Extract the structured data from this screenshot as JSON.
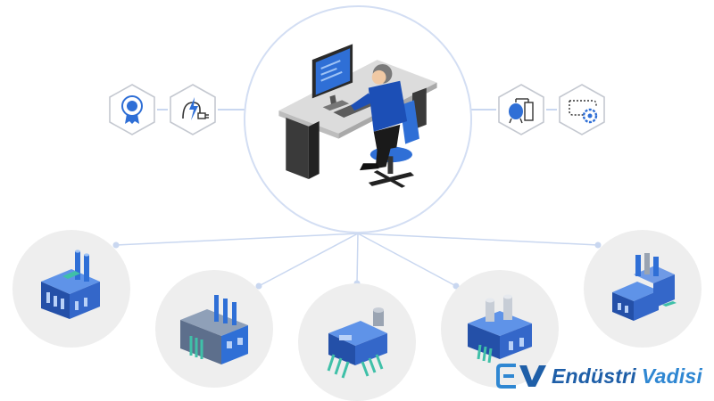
{
  "colors": {
    "accent_blue": "#2f6fd6",
    "dark_blue": "#2450a8",
    "connector": "#c9d7f0",
    "circle_fill": "#eeeeee",
    "center_border": "#d3def3",
    "brand_dark": "#1f5fa8",
    "brand_light": "#2f87d2"
  },
  "center": {
    "icon": "operator-at-computer-desk"
  },
  "left_icons": [
    {
      "icon": "quality-badge-icon"
    },
    {
      "icon": "power-plug-icon"
    }
  ],
  "right_icons": [
    {
      "icon": "storage-tanks-icon"
    },
    {
      "icon": "process-flow-gear-icon"
    }
  ],
  "factories": [
    {
      "icon": "factory-smokestacks"
    },
    {
      "icon": "factory-pipes"
    },
    {
      "icon": "industrial-machine"
    },
    {
      "icon": "factory-chimneys"
    },
    {
      "icon": "factory-complex"
    }
  ],
  "brand": {
    "word1": "Endüstri",
    "word2": "Vadisi"
  }
}
